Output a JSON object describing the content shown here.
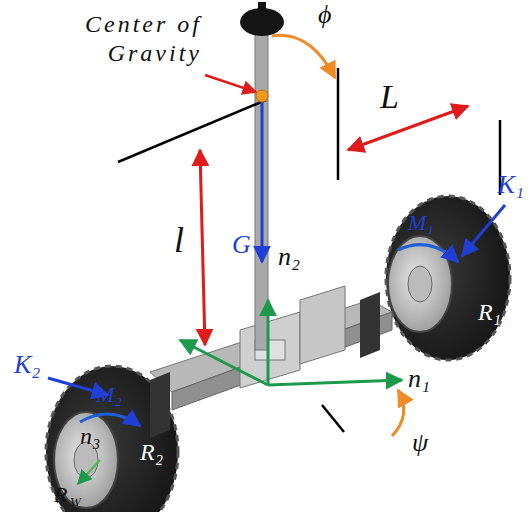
{
  "diagram": {
    "labels": [
      "Center of Gravity",
      "ϕ",
      "L",
      "l",
      "G",
      "n₂",
      "K₁",
      "M₁",
      "R₁",
      "K₂",
      "M₂",
      "R₂",
      "n₃",
      "n₁",
      "ψ",
      "R",
      "W"
    ]
  }
}
